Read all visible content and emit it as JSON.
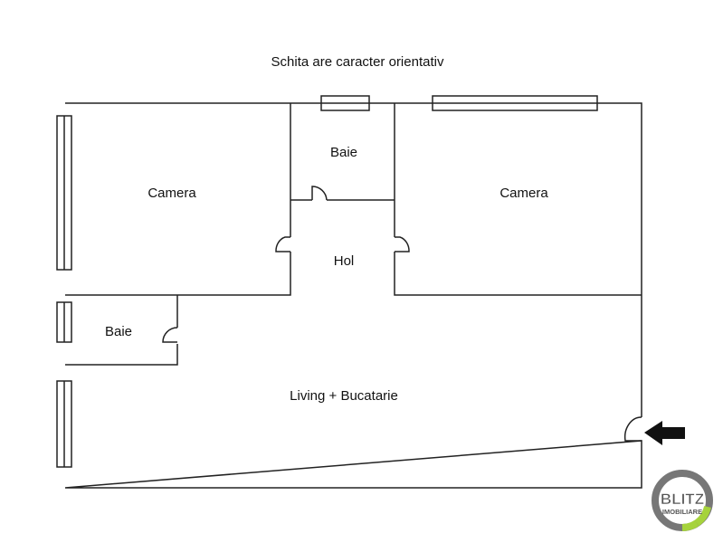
{
  "title": "Schita are caracter orientativ",
  "rooms": {
    "camera_left": "Camera",
    "baie_top": "Baie",
    "camera_right": "Camera",
    "hol": "Hol",
    "baie_left": "Baie",
    "living": "Living + Bucatarie"
  },
  "logo": {
    "line1": "BLITZ",
    "line2": "IMOBILIARE",
    "accent": "#a6d33c"
  },
  "entrance_icon": "arrow-left-icon"
}
